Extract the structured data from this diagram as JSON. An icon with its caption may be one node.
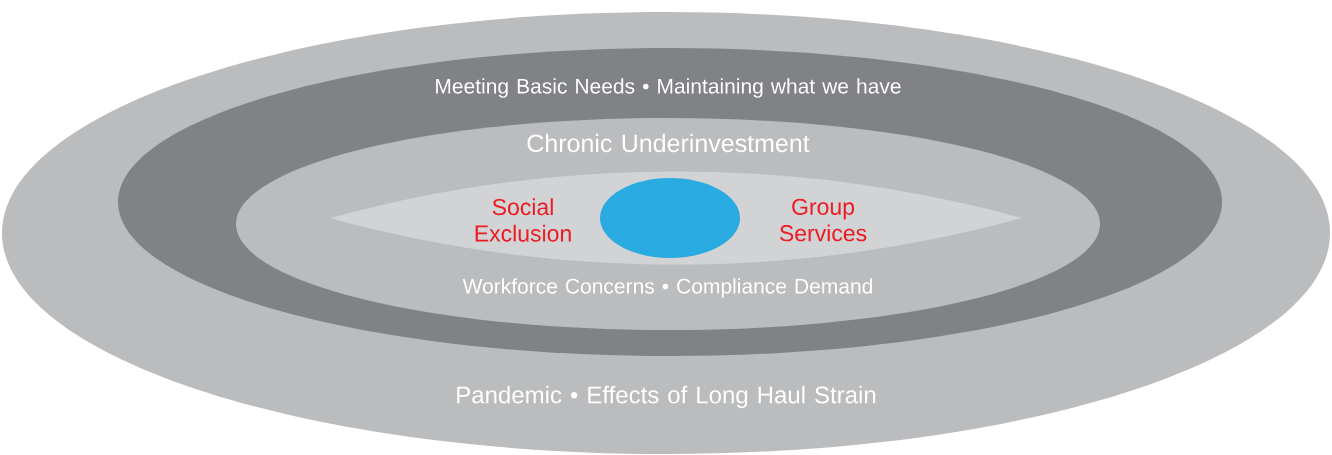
{
  "diagram": {
    "nodes": [
      {
        "text": [
          "Pandemic • Effects of Long Haul Strain"
        ]
      },
      {
        "text": [
          "Meeting Basic Needs • Maintaining what we have"
        ],
        "in": 0
      },
      {
        "text": [
          "Chronic Underinvestment",
          "Workforce Concerns • Compliance Demand"
        ],
        "in": 1
      },
      {
        "text": [
          "Social Exclusion",
          "Group Services"
        ],
        "in": 2
      },
      {
        "text": [],
        "shape": "circle",
        "in": 3
      }
    ]
  }
}
